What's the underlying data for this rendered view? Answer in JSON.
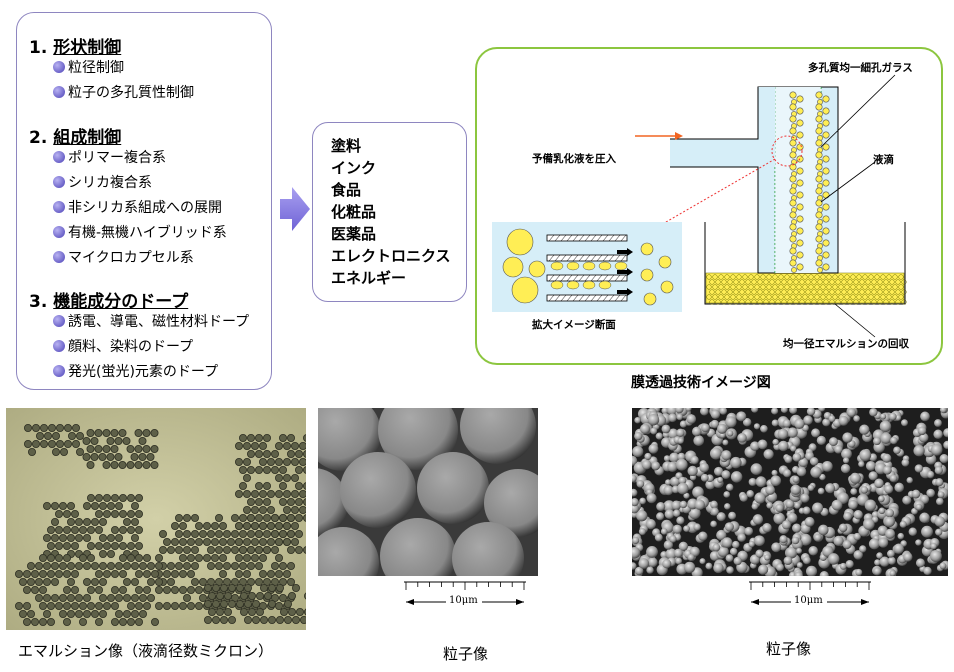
{
  "left_panel": {
    "sections": [
      {
        "num": "1.",
        "title": "形状制御",
        "items": [
          "粒径制御",
          "粒子の多孔質性制御"
        ]
      },
      {
        "num": "2.",
        "title": "組成制御",
        "items": [
          "ポリマー複合系",
          "シリカ複合系",
          "非シリカ系組成への展開",
          "有機-無機ハイブリッド系",
          "マイクロカプセル系"
        ]
      },
      {
        "num": "3.",
        "title": "機能成分のドープ",
        "items": [
          "誘電、導電、磁性材料ドープ",
          "顔料、染料のドープ",
          "発光(蛍光)元素のドープ"
        ]
      }
    ]
  },
  "applications": [
    "塗料",
    "インク",
    "食品",
    "化粧品",
    "医薬品",
    "エレクトロニクス",
    "エネルギー"
  ],
  "diagram": {
    "label_glass": "多孔質均一細孔ガラス",
    "label_inject": "予備乳化液を圧入",
    "label_droplet": "液滴",
    "label_zoom": "拡大イメージ断面",
    "label_collect": "均一径エマルションの回収",
    "caption": "膜透過技術イメージ図"
  },
  "photos": {
    "scale_1": "10μm",
    "scale_2": "10μm",
    "caption_1": "エマルション像（液滴径数ミクロン）",
    "caption_2": "粒子像",
    "caption_3": "粒子像"
  },
  "colors": {
    "panel_border": "#8e86c0",
    "diagram_border": "#8cc63f",
    "bullet": "#6b62c8",
    "arrow": "#8a7fe6",
    "inject_arrow": "#f26522",
    "particle": "#ffee55"
  }
}
